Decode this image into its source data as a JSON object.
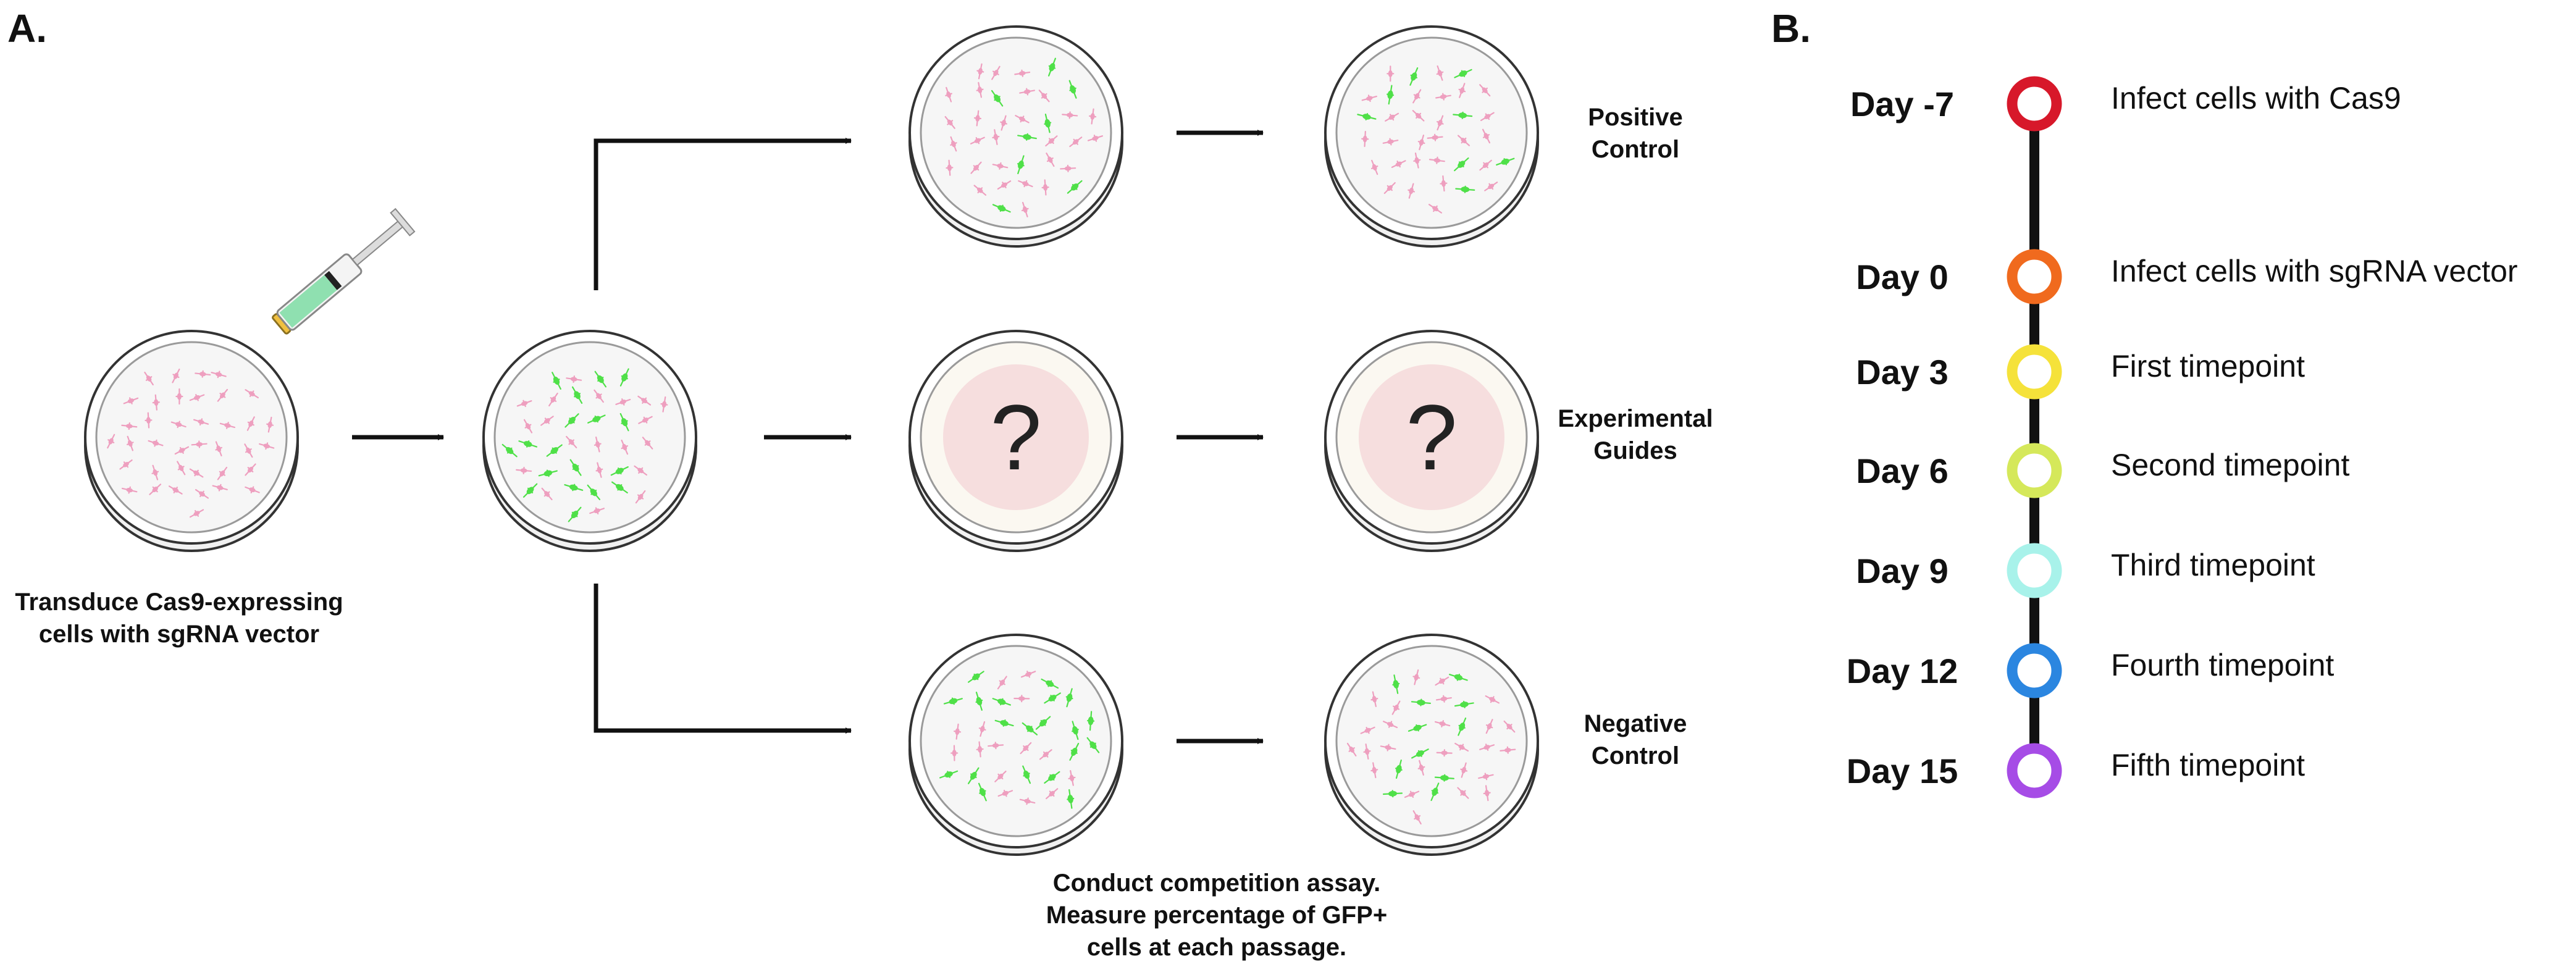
{
  "panel_a": {
    "label": "A.",
    "start_caption": [
      "Transduce Cas9-expressing",
      "cells with sgRNA vector"
    ],
    "conditions": [
      {
        "name": [
          "Positive",
          "Control"
        ],
        "green_share": 0.2,
        "unknown": false
      },
      {
        "name": [
          "Experimental",
          "Guides"
        ],
        "green_share": null,
        "unknown": true,
        "unknown_symbol": "?"
      },
      {
        "name": [
          "Negative",
          "Control"
        ],
        "green_share": 0.4,
        "unknown": false
      }
    ],
    "bottom_caption": [
      "Conduct competition assay.",
      "Measure percentage of GFP+",
      "cells at each passage."
    ],
    "colors": {
      "cell_pink": "#ee9fbf",
      "cell_green": "#4fe048",
      "arrow": "#111111",
      "syringe_liquid": "#8fe0b0",
      "unknown_circle": "#f6dede"
    }
  },
  "panel_b": {
    "label": "B.",
    "timeline": [
      {
        "day": "Day -7",
        "event": "Infect cells with Cas9",
        "color": "#d7182a"
      },
      {
        "day": "Day 0",
        "event": "Infect cells with sgRNA vector",
        "color": "#f06a1e"
      },
      {
        "day": "Day 3",
        "event": "First timepoint",
        "color": "#f5e23a"
      },
      {
        "day": "Day 6",
        "event": "Second timepoint",
        "color": "#d5e85a"
      },
      {
        "day": "Day 9",
        "event": "Third timepoint",
        "color": "#a8f2ea"
      },
      {
        "day": "Day 12",
        "event": "Fourth timepoint",
        "color": "#2b86e0"
      },
      {
        "day": "Day 15",
        "event": "Fifth timepoint",
        "color": "#a64ce6"
      }
    ]
  }
}
